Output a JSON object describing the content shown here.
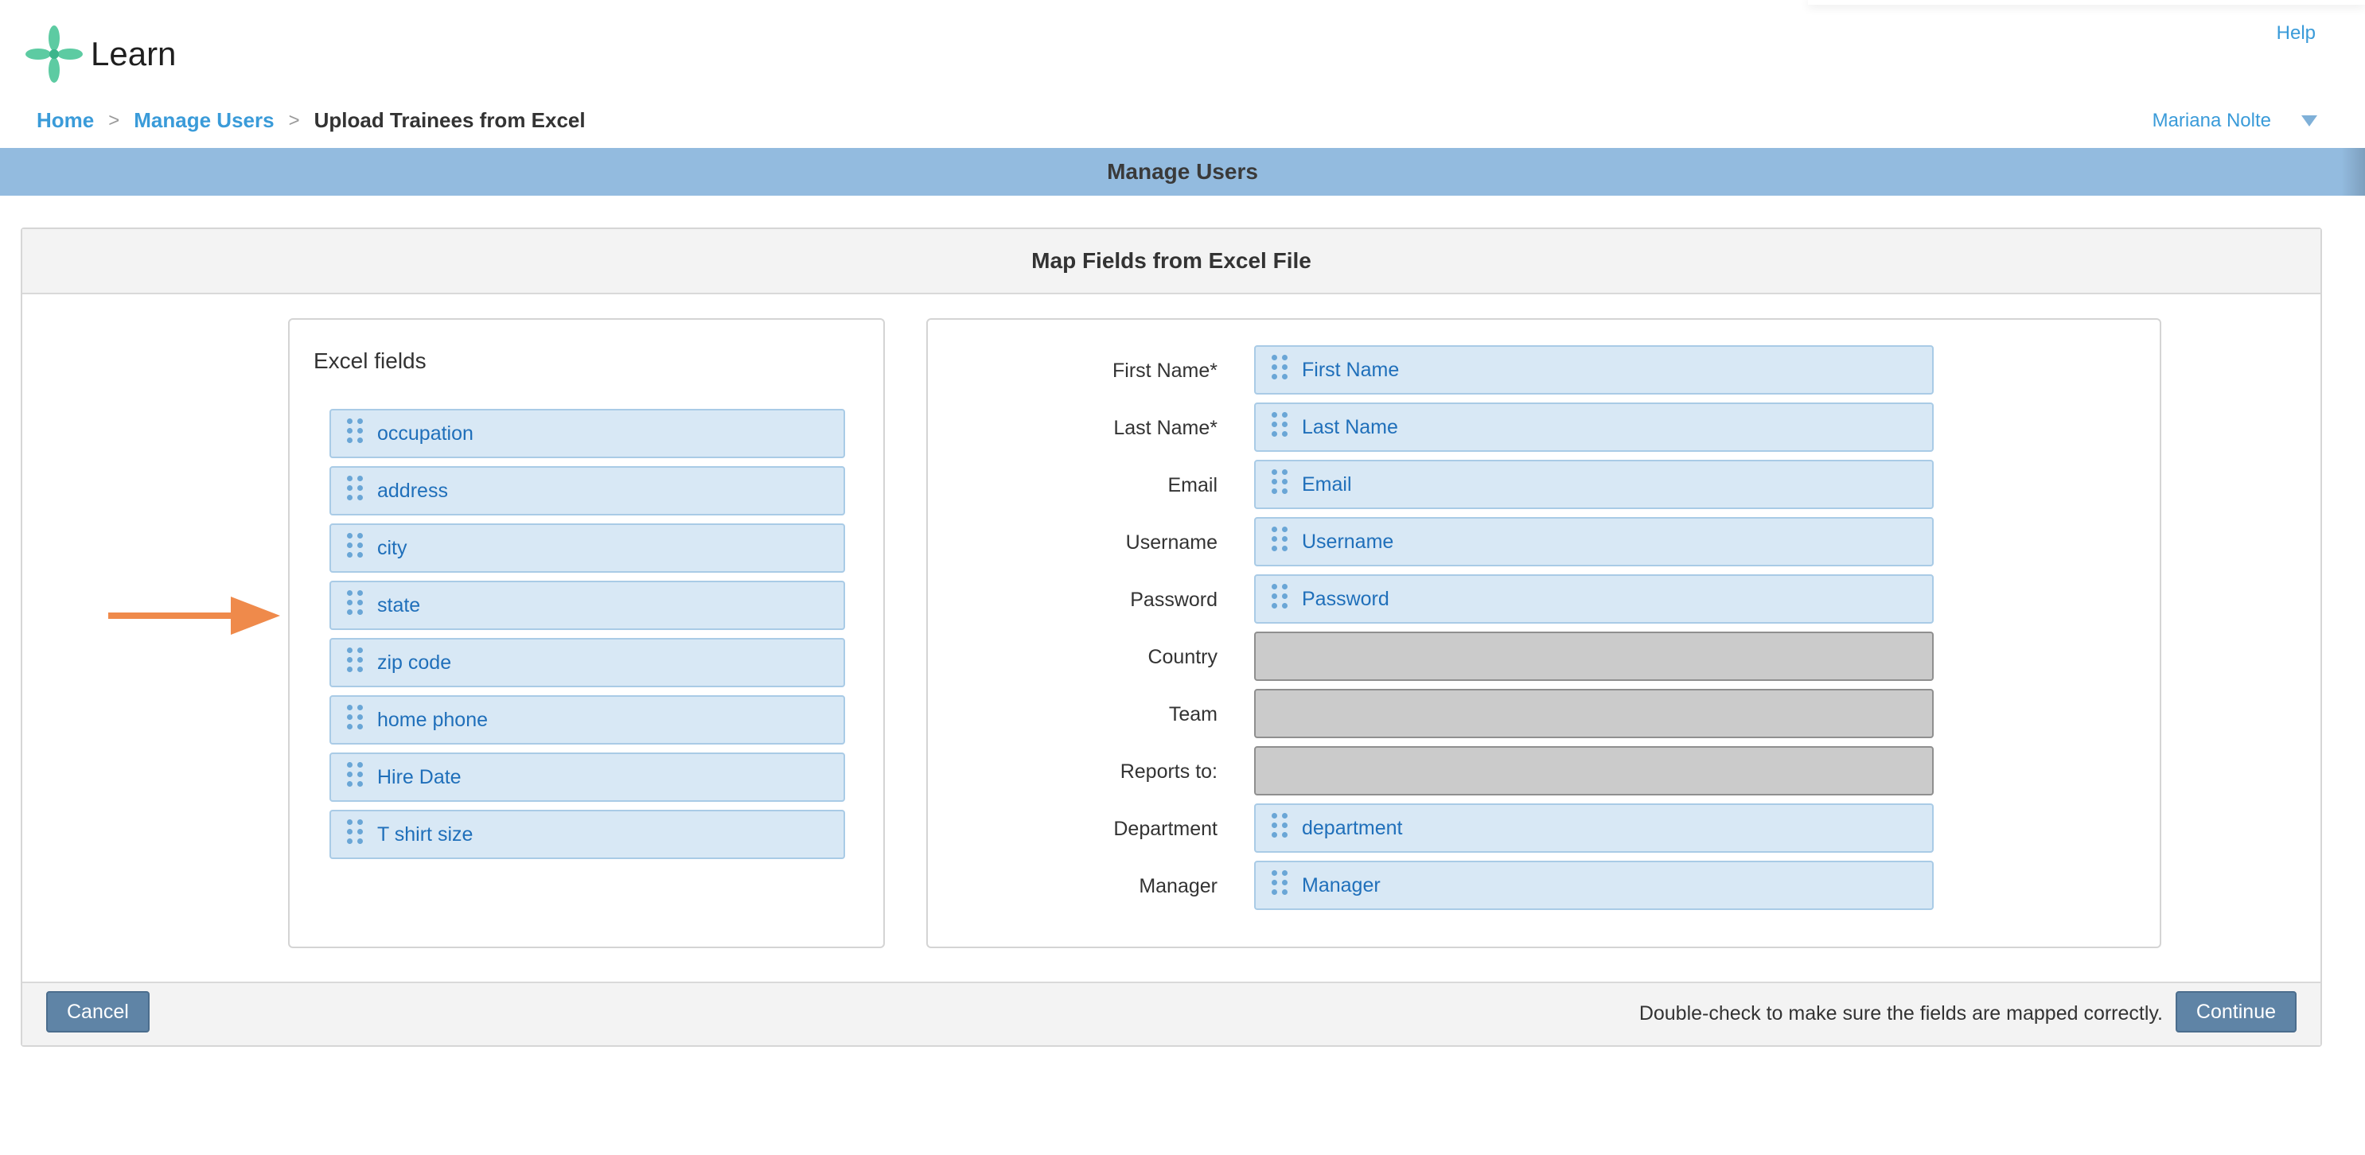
{
  "app": {
    "name": "Learn",
    "help_label": "Help",
    "user_name": "Mariana Nolte"
  },
  "breadcrumb": {
    "home": "Home",
    "manage_users": "Manage Users",
    "current": "Upload Trainees from Excel",
    "separator": ">"
  },
  "page_title": "Manage Users",
  "panel": {
    "title": "Map Fields from Excel File",
    "excel_title": "Excel fields",
    "excel_fields": [
      "occupation",
      "address",
      "city",
      "state",
      "zip code",
      "home phone",
      "Hire Date",
      "T shirt size"
    ],
    "mappings": [
      {
        "label": "First Name*",
        "value": "First Name"
      },
      {
        "label": "Last Name*",
        "value": "Last Name"
      },
      {
        "label": "Email",
        "value": "Email"
      },
      {
        "label": "Username",
        "value": "Username"
      },
      {
        "label": "Password",
        "value": "Password"
      },
      {
        "label": "Country",
        "value": null
      },
      {
        "label": "Team",
        "value": null
      },
      {
        "label": "Reports to:",
        "value": null
      },
      {
        "label": "Department",
        "value": "department"
      },
      {
        "label": "Manager",
        "value": "Manager"
      }
    ]
  },
  "footer": {
    "cancel_label": "Cancel",
    "note": "Double-check to make sure the fields are mapped correctly.",
    "continue_label": "Continue"
  },
  "colors": {
    "accent": "#3a9bd9",
    "title_bar": "#93bbdf",
    "chip_bg": "#d8e8f5",
    "arrow": "#ef8a4b",
    "button": "#5f84a6",
    "logo": "#5dcba2"
  }
}
